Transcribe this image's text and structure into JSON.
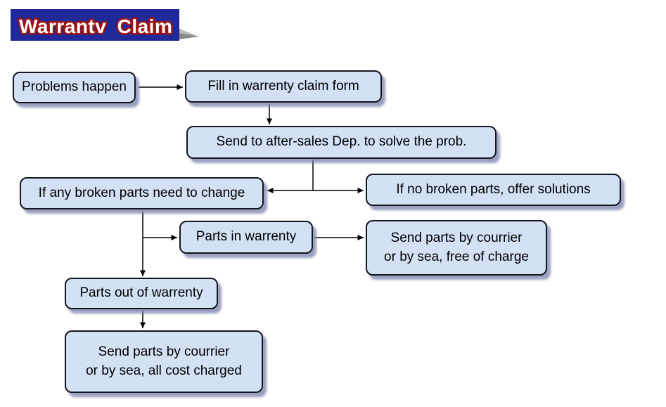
{
  "banner": {
    "title": "Warrantv Claim",
    "colors": {
      "background": "#20299a",
      "text": "#ffffff",
      "text_outline": "#9e1413",
      "fold_light": "#b8b8b8",
      "fold_dark": "#8a8a8a"
    }
  },
  "flowchart": {
    "nodes": [
      {
        "id": "problems-happen",
        "label": "Problems happen"
      },
      {
        "id": "fill-form",
        "label": "Fill in warrenty claim form"
      },
      {
        "id": "send-after-sales",
        "label": "Send to after-sales Dep. to solve the prob."
      },
      {
        "id": "broken-parts-change",
        "label": "If any broken parts need to change"
      },
      {
        "id": "no-broken-parts",
        "label": "If no broken parts, offer solutions"
      },
      {
        "id": "parts-in-warranty",
        "label": "Parts in warrenty"
      },
      {
        "id": "ship-free",
        "label": "Send parts by courrier\nor by sea, free of charge"
      },
      {
        "id": "parts-out-warranty",
        "label": "Parts out of warrenty"
      },
      {
        "id": "ship-charged",
        "label": "Send parts by courrier\nor by sea, all cost charged"
      }
    ],
    "edges": [
      {
        "from": "problems-happen",
        "to": "fill-form"
      },
      {
        "from": "fill-form",
        "to": "send-after-sales"
      },
      {
        "from": "send-after-sales",
        "to": "broken-parts-change"
      },
      {
        "from": "send-after-sales",
        "to": "no-broken-parts"
      },
      {
        "from": "broken-parts-change",
        "to": "parts-in-warranty"
      },
      {
        "from": "broken-parts-change",
        "to": "parts-out-warranty"
      },
      {
        "from": "parts-in-warranty",
        "to": "ship-free"
      },
      {
        "from": "parts-out-warranty",
        "to": "ship-charged"
      }
    ],
    "colors": {
      "node_fill": "#d3e1f4",
      "node_border": "#15151d",
      "node_shadow": "#7a82ac",
      "arrow": "#000000"
    }
  }
}
